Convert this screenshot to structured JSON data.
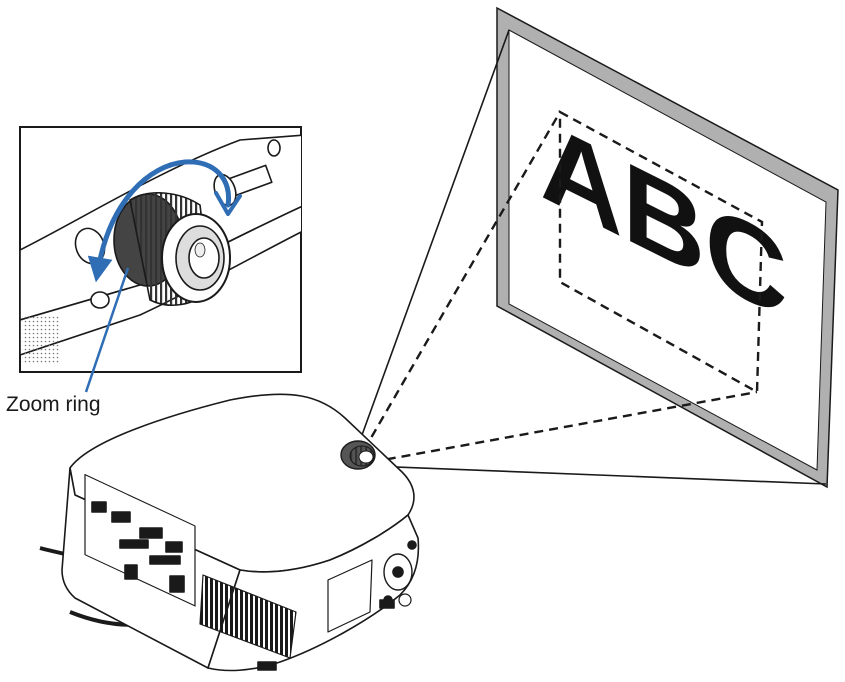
{
  "callout": {
    "label": "Zoom ring"
  },
  "screen": {
    "text": "ABC"
  },
  "colors": {
    "arrow": "#2f6db5",
    "line": "#1a1a1a",
    "screen_border": "#a6a6a6",
    "background": "#ffffff"
  },
  "icons": [
    "projector",
    "zoom-ring",
    "rotation-arrow",
    "projection-screen"
  ]
}
